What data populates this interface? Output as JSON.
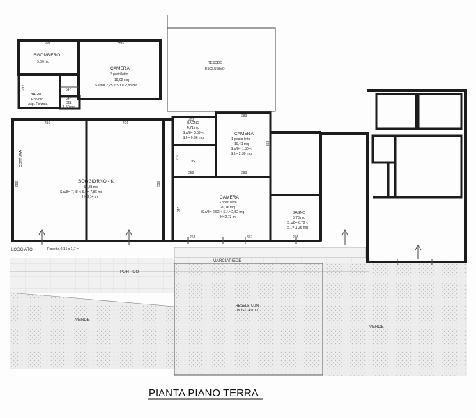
{
  "title": "PIANTA PIANO TERRA",
  "rooms": {
    "sgombero": {
      "name": "SGOMBERO",
      "area": "9,00 mq"
    },
    "camera_nw": {
      "name": "CAMERA",
      "beds": "3 posti letto",
      "area": "18,02 mq",
      "ratio": "S.u/8= 2,25 < S.f.= 2,88 mq"
    },
    "resede_esclusivo": {
      "line1": "RESEDE",
      "line2": "ESCLUSIVO"
    },
    "bagno_nw": {
      "name": "BAGNO",
      "area": "4,35 mq",
      "note": "Asp. Forzata"
    },
    "dis_nw": {
      "name": "DIS.",
      "area": "1,50 mq"
    },
    "bagno_c": {
      "name": "BAGNO",
      "area": "4,71 mq",
      "ratio1": "S.u/8= 0,59 <",
      "ratio2": "S.f.= 0,96 mq"
    },
    "camera_c": {
      "name": "CAMERA",
      "beds": "1 posto letto",
      "area": "10,41 mq",
      "ratio1": "S.u/8= 1,30 <",
      "ratio2": "S.f.= 2,30 mq"
    },
    "dis_c": {
      "name": "DIS."
    },
    "cottura": {
      "name": "COTTURA"
    },
    "soggiorno": {
      "name": "SOGGIORNO - K",
      "area": "58,81 mq",
      "ratio": "S.u/8= 7,48 < S.f.= 7,86 mq",
      "height": "H=3,14 ml"
    },
    "camera_s": {
      "name": "CAMERA",
      "beds": "3 posti letto",
      "area": "20,16 mq",
      "ratio": "S.u/8= 2,52 < S.f.= 2,52 mq",
      "height": "H=2,73 ml"
    },
    "bagno_s": {
      "name": "BAGNO",
      "area": "5,78 mq",
      "ratio1": "S.u/8= 0,72 <",
      "ratio2": "S.f.= 1,26 mq"
    }
  },
  "dimensions": {
    "d_sgombero": "368",
    "d_camera": "442",
    "d_soggiorno_top": "416",
    "d_soggiorno_top2": "401",
    "d_547a": "547",
    "d_547b": "547",
    "d_212": "212",
    "d_bagno_c_a": "253",
    "d_camera_c_top": "283",
    "d_bagno_c_b": "253",
    "d_camera_c_b": "283",
    "d_camera_s": "357",
    "d_bagno_s": "255",
    "d_camera_s_left": "253",
    "d_side_left": "996",
    "d_side_right": "590",
    "d_camera_s_side": "347",
    "d_camera_c_side": "368",
    "d_210": "210"
  },
  "zones": {
    "loggiato": "LOGGIATO",
    "rosetta": "Rosetta 0,15 x 1,7 =",
    "portico": "PORTICO",
    "marciapiede": "MARCIAPIEDE",
    "verde_left": "VERDE",
    "verde_right": "VERDE",
    "resede_posti_1": "RESEDE CON",
    "resede_posti_2": "POSTI AUTO"
  }
}
